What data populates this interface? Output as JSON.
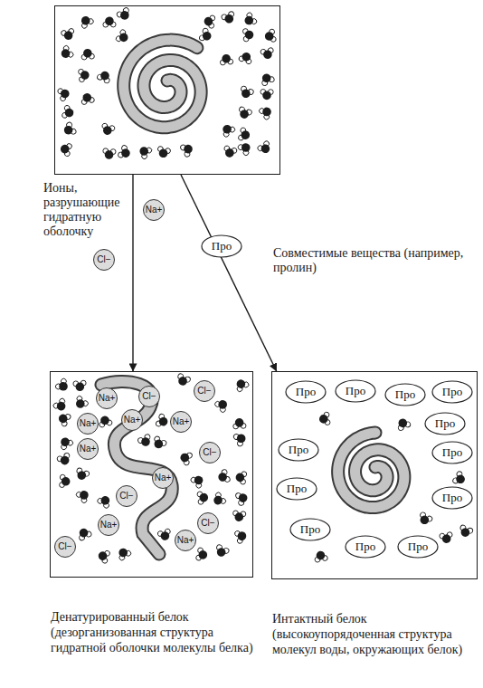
{
  "diagram": {
    "nodes": [
      {
        "text": []
      },
      {
        "text": [
          "Денатурированный белок (дезорганизованная структура гидратной оболочки молекулы белка)"
        ]
      },
      {
        "text": [
          "Интактный белок (высокоупорядоченная структура молекул воды, окружающих белок)"
        ]
      }
    ],
    "edges": [
      {
        "from": 0,
        "to": 1,
        "arrow": "to",
        "label": "Ионы, разрушающие гидратную оболочку"
      },
      {
        "from": 0,
        "to": 2,
        "arrow": "to",
        "label": "Совместимые вещества (например, пролин)"
      }
    ],
    "labels": [
      "Na+",
      "Cl−",
      "Про",
      "Na+",
      "Cl−",
      "Cl−",
      "Na+",
      "Na+",
      "Na+",
      "Na+",
      "Cl−",
      "Na+",
      "Cl−",
      "Cl−",
      "Na+",
      "Cl−",
      "Na+",
      "Про",
      "Про",
      "Про",
      "Про",
      "Про",
      "Про",
      "Про",
      "Про",
      "Про",
      "Про",
      "Про",
      "Про"
    ]
  }
}
